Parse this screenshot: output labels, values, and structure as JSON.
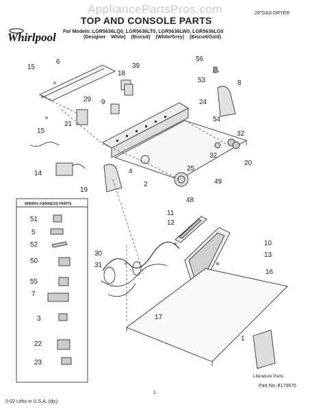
{
  "header": {
    "watermark": "AppliancePartsPros.com",
    "dryer_type": "29\"GAS DRYER",
    "brand": "Whirlpool",
    "title": "TOP AND CONSOLE PARTS",
    "models_line": "For Models: LGR5636LQ0, LGR5636LT0, LGR5636LW0, LGR5636LG0",
    "variants_line": "(Designer White)   (Biscuit)   (White/Grey)   (Biscuit/Gold)"
  },
  "legend": {
    "title": "WIRING HARNESS PARTS",
    "items": [
      "51",
      "5",
      "52",
      "50",
      "55",
      "7",
      "3",
      "22",
      "23"
    ]
  },
  "callouts": {
    "c15a": "15",
    "c6": "6",
    "c18": "18",
    "c39": "39",
    "c56": "56",
    "c53": "53",
    "c8": "8",
    "c29": "29",
    "c9": "9",
    "c24": "24",
    "c15b": "15",
    "c21": "21",
    "c54": "54",
    "c32a": "32",
    "c32b": "32",
    "c20": "20",
    "c4": "4",
    "c25": "25",
    "c14": "14",
    "c19": "19",
    "c2": "2",
    "c49": "49",
    "c48": "48",
    "c11": "11",
    "c12": "12",
    "c10": "10",
    "c30": "30",
    "c13": "13",
    "c31": "31",
    "c16": "16",
    "c17": "17",
    "c1": "1"
  },
  "literature_label": "Literature Parts",
  "footer": {
    "part_number": "Part No. 8179676",
    "litho": "5-02 Litho in U.S.A. (djc)",
    "page": "1"
  }
}
